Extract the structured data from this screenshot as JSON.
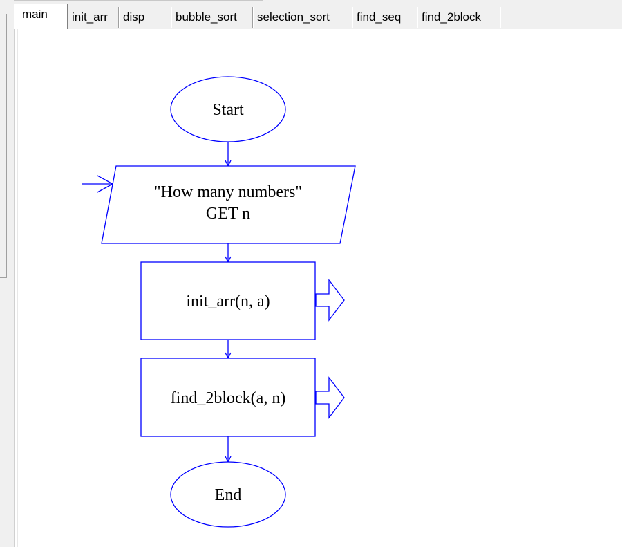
{
  "tabs": [
    {
      "label": "main",
      "active": true
    },
    {
      "label": "init_arr",
      "active": false
    },
    {
      "label": "disp",
      "active": false
    },
    {
      "label": "bubble_sort",
      "active": false
    },
    {
      "label": "selection_sort",
      "active": false
    },
    {
      "label": "find_seq",
      "active": false
    },
    {
      "label": "find_2block",
      "active": false
    }
  ],
  "flowchart": {
    "start": "Start",
    "input_line1": "\"How many numbers\"",
    "input_line2": "GET n",
    "call1": "init_arr(n, a)",
    "call2": "find_2block(a, n)",
    "end": "End"
  },
  "colors": {
    "shape_stroke": "#0000ff",
    "background": "#ffffff",
    "chrome": "#f0f0f0"
  }
}
